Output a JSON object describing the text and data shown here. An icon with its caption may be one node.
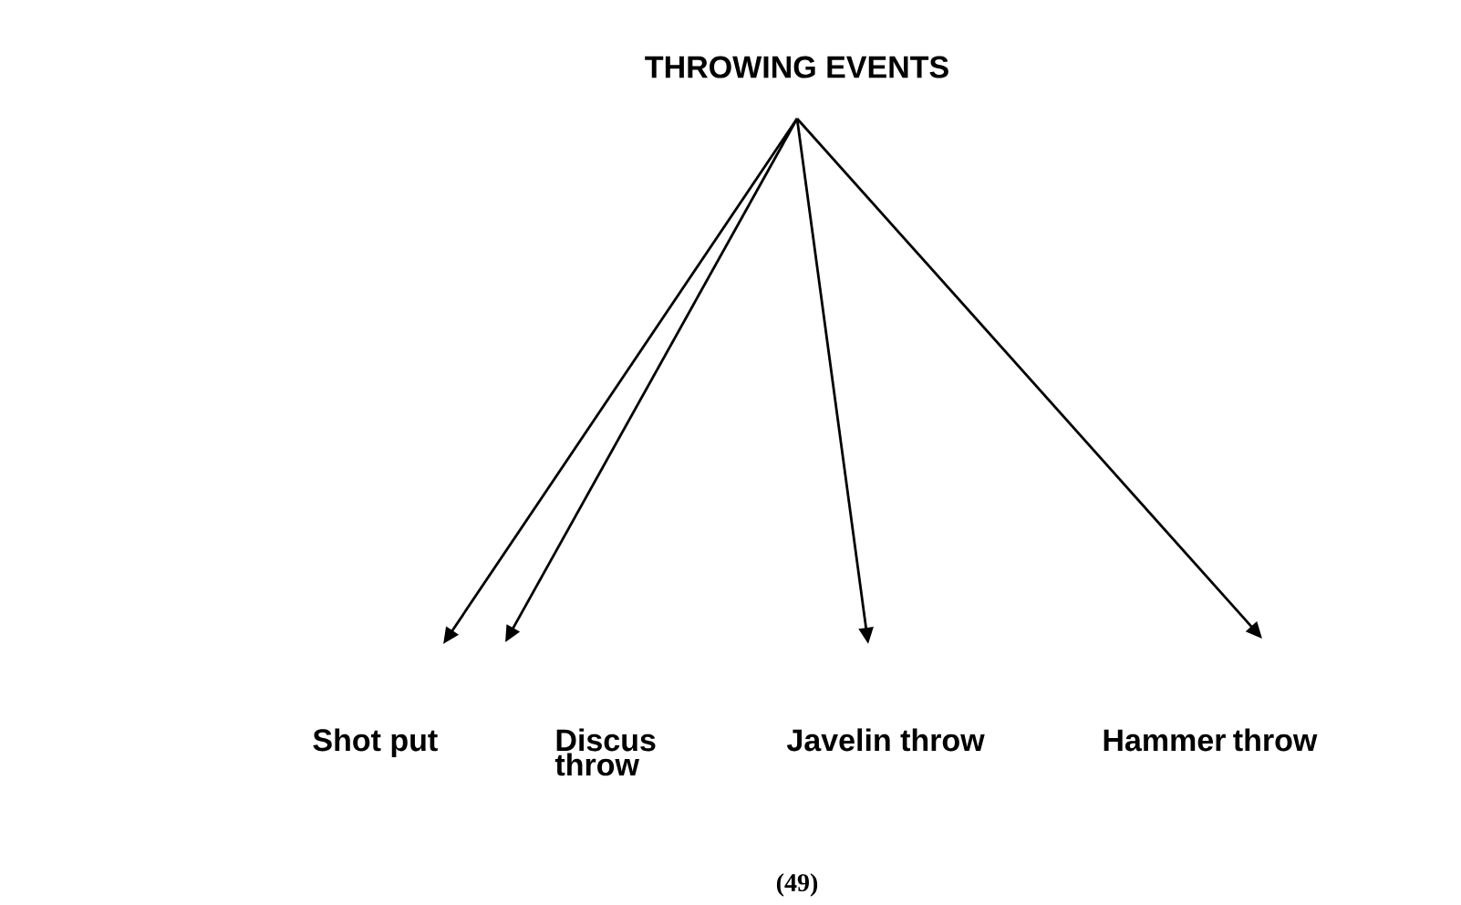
{
  "diagram": {
    "nodes": [
      {
        "text": [
          "THROWING EVENTS"
        ]
      },
      {
        "text": [
          "Shot put"
        ]
      },
      {
        "text": [
          "Discus throw"
        ]
      },
      {
        "text": [
          "Javelin throw"
        ]
      },
      {
        "text": [
          "Hammer throw"
        ]
      }
    ],
    "edges": [
      {
        "from": 0,
        "to": 1,
        "arrow": "to"
      },
      {
        "from": 0,
        "to": 2,
        "arrow": "to"
      },
      {
        "from": 0,
        "to": 3,
        "arrow": "to"
      },
      {
        "from": 0,
        "to": 4,
        "arrow": "to"
      }
    ],
    "labels": [
      "(49)"
    ]
  }
}
